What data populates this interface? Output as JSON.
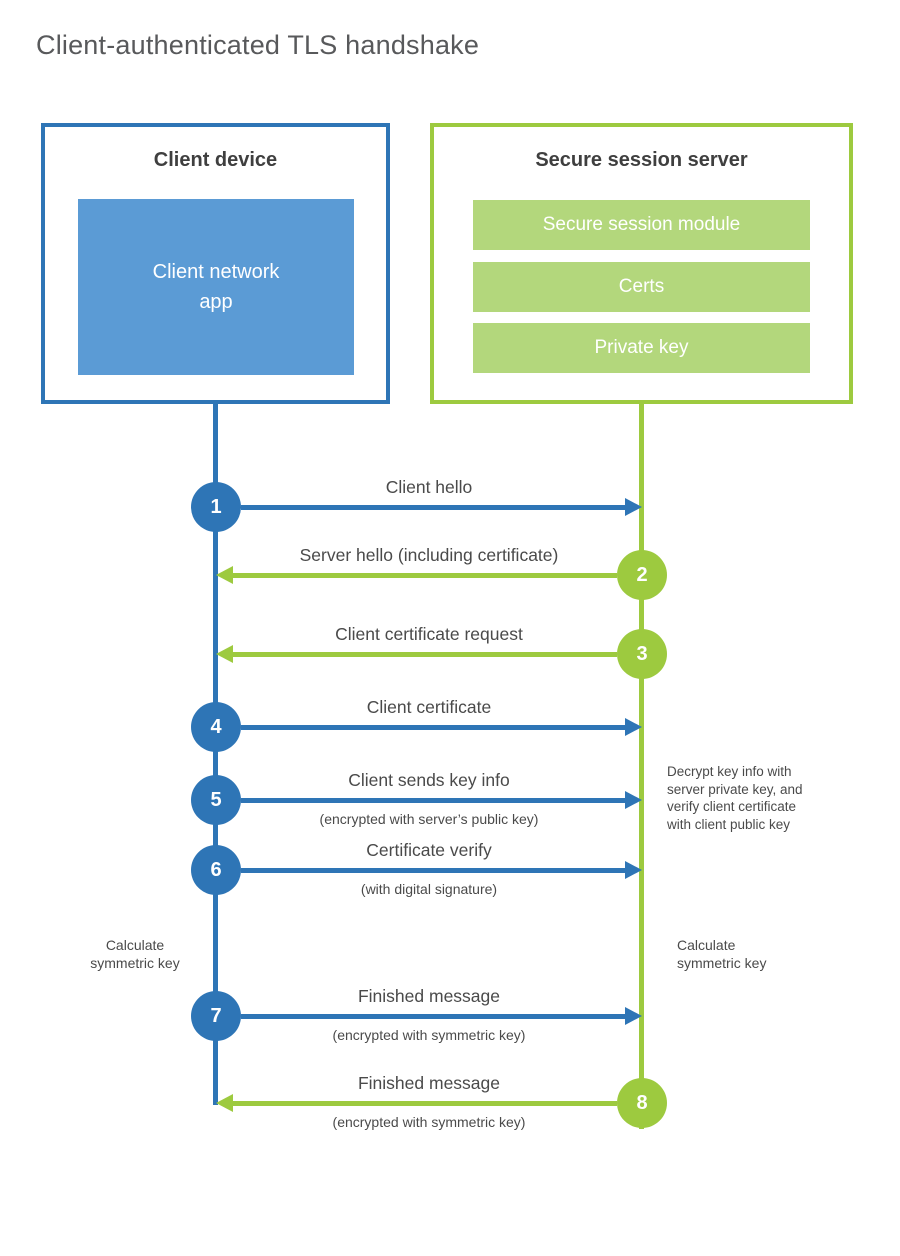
{
  "title": "Client-authenticated TLS handshake",
  "colors": {
    "blue": "#2e75b6",
    "bluelight": "#5b9bd5",
    "green": "#9dca3f",
    "greenlight": "#b3d77c",
    "ink": "#3f3f3f",
    "text": "#4a4a4a",
    "titlegray": "#58595b"
  },
  "client": {
    "title": "Client device",
    "app": "Client network\napp"
  },
  "server": {
    "title": "Secure session server",
    "modules": [
      "Secure session module",
      "Certs",
      "Private key"
    ]
  },
  "steps": [
    {
      "number": "1",
      "label": "Client hello",
      "direction": "client-to-server"
    },
    {
      "number": "2",
      "label": "Server hello (including certificate)",
      "direction": "server-to-client"
    },
    {
      "number": "3",
      "label": "Client certificate request",
      "direction": "server-to-client"
    },
    {
      "number": "4",
      "label": "Client certificate",
      "direction": "client-to-server"
    },
    {
      "number": "5",
      "label": "Client sends key info",
      "sub": "(encrypted with server’s public key)",
      "direction": "client-to-server"
    },
    {
      "number": "6",
      "label": "Certificate verify",
      "sub": "(with digital signature)",
      "direction": "client-to-server"
    },
    {
      "number": "7",
      "label": "Finished message",
      "sub": "(encrypted with symmetric key)",
      "direction": "client-to-server"
    },
    {
      "number": "8",
      "label": "Finished message",
      "sub": "(encrypted with symmetric key)",
      "direction": "server-to-client"
    }
  ],
  "notes": {
    "decrypt": "Decrypt key info with\nserver private key, and\nverify client certificate\nwith client public key",
    "calc_left": "Calculate\nsymmetric key",
    "calc_right": "Calculate\nsymmetric key"
  }
}
